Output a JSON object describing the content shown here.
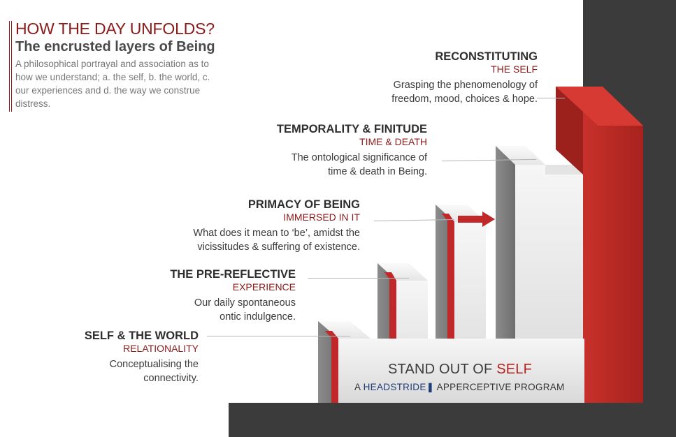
{
  "header": {
    "title": "HOW THE DAY UNFOLDS?",
    "subtitle": "The encrusted layers of Being",
    "description_lines": [
      "A philosophical portrayal and association as to",
      "how we understand; a. the self, b. the world, c.",
      "our experiences and d. the way we construe",
      "distress."
    ]
  },
  "steps": [
    {
      "heading": "RECONSTITUTING",
      "subheading": "THE SELF",
      "description_lines": [
        "Grasping the phenomenology of",
        "freedom, mood, choices & hope."
      ]
    },
    {
      "heading": "TEMPORALITY & FINITUDE",
      "subheading": "TIME & DEATH",
      "description_lines": [
        "The ontological significance of",
        "time & death in Being."
      ]
    },
    {
      "heading": "PRIMACY OF BEING",
      "subheading": "IMMERSED IN IT",
      "description_lines": [
        "What does it mean to ‘be’, amidst the",
        "vicissitudes & suffering of existence."
      ]
    },
    {
      "heading": "THE PRE-REFLECTIVE",
      "subheading": "EXPERIENCE",
      "description_lines": [
        "Our daily spontaneous",
        "ontic indulgence."
      ]
    },
    {
      "heading": "SELF & THE WORLD",
      "subheading": "RELATIONALITY",
      "description_lines": [
        "Conceptualising the",
        "connectivity."
      ]
    }
  ],
  "branding": {
    "main_prefix": "STAND OUT OF ",
    "main_accent": "SELF",
    "sub_prefix": "A ",
    "sub_logo": "HEADSTRIDE",
    "sub_logo_mark": "❚",
    "sub_suffix": " APPERCEPTIVE PROGRAM"
  },
  "colors": {
    "accent_red": "#b3231f",
    "title_red": "#8b1a1a",
    "background_dark": "#3b3b3b"
  }
}
